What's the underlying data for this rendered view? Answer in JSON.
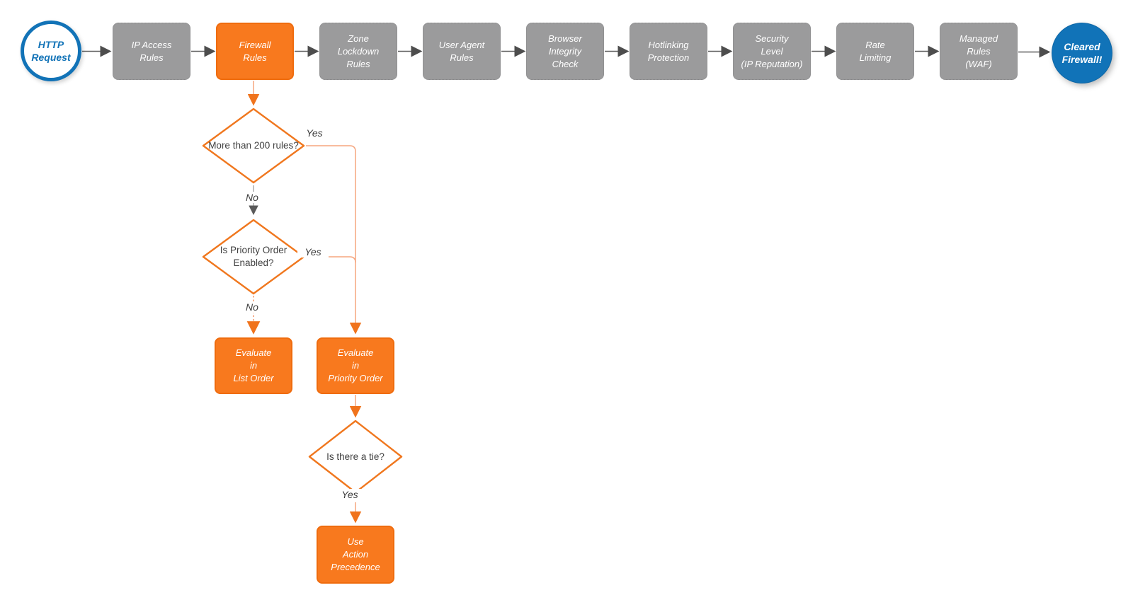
{
  "colors": {
    "accent_orange": "#f8791e",
    "node_gray": "#9b9b9c",
    "brand_blue": "#1173b8",
    "connector_light_orange": "#f5a57e",
    "connector_gray": "#5f5f5f"
  },
  "pipeline": {
    "start": {
      "lines": [
        "HTTP",
        "Request"
      ]
    },
    "steps": [
      {
        "id": "ip-access-rules",
        "lines": [
          "IP Access",
          "Rules"
        ]
      },
      {
        "id": "firewall-rules",
        "lines": [
          "Firewall",
          "Rules"
        ],
        "highlight": true
      },
      {
        "id": "zone-lockdown-rules",
        "lines": [
          "Zone",
          "Lockdown",
          "Rules"
        ]
      },
      {
        "id": "user-agent-rules",
        "lines": [
          "User Agent",
          "Rules"
        ]
      },
      {
        "id": "browser-integrity-check",
        "lines": [
          "Browser",
          "Integrity",
          "Check"
        ]
      },
      {
        "id": "hotlinking-protection",
        "lines": [
          "Hotlinking",
          "Protection"
        ]
      },
      {
        "id": "security-level",
        "lines": [
          "Security",
          "Level",
          "(IP Reputation)"
        ]
      },
      {
        "id": "rate-limiting",
        "lines": [
          "Rate",
          "Limiting"
        ]
      },
      {
        "id": "managed-rules-waf",
        "lines": [
          "Managed",
          "Rules",
          "(WAF)"
        ]
      }
    ],
    "end": {
      "lines": [
        "Cleared",
        "Firewall!"
      ]
    }
  },
  "decision_tree": {
    "diamond_more_than_200": {
      "lines": [
        "More than",
        "200 rules?"
      ]
    },
    "diamond_priority_enabled": {
      "lines": [
        "Is",
        "Priority Order",
        "Enabled?"
      ]
    },
    "diamond_tie": {
      "lines": [
        "Is there a tie?"
      ]
    },
    "box_list_order": {
      "lines": [
        "Evaluate",
        "in",
        "List Order"
      ]
    },
    "box_priority_order": {
      "lines": [
        "Evaluate",
        "in",
        "Priority Order"
      ]
    },
    "box_action_precedence": {
      "lines": [
        "Use",
        "Action",
        "Precedence"
      ]
    },
    "labels": {
      "yes_more_than_200": "Yes",
      "no_more_than_200": "No",
      "yes_priority_enabled": "Yes",
      "no_priority_enabled": "No",
      "yes_tie": "Yes"
    }
  }
}
